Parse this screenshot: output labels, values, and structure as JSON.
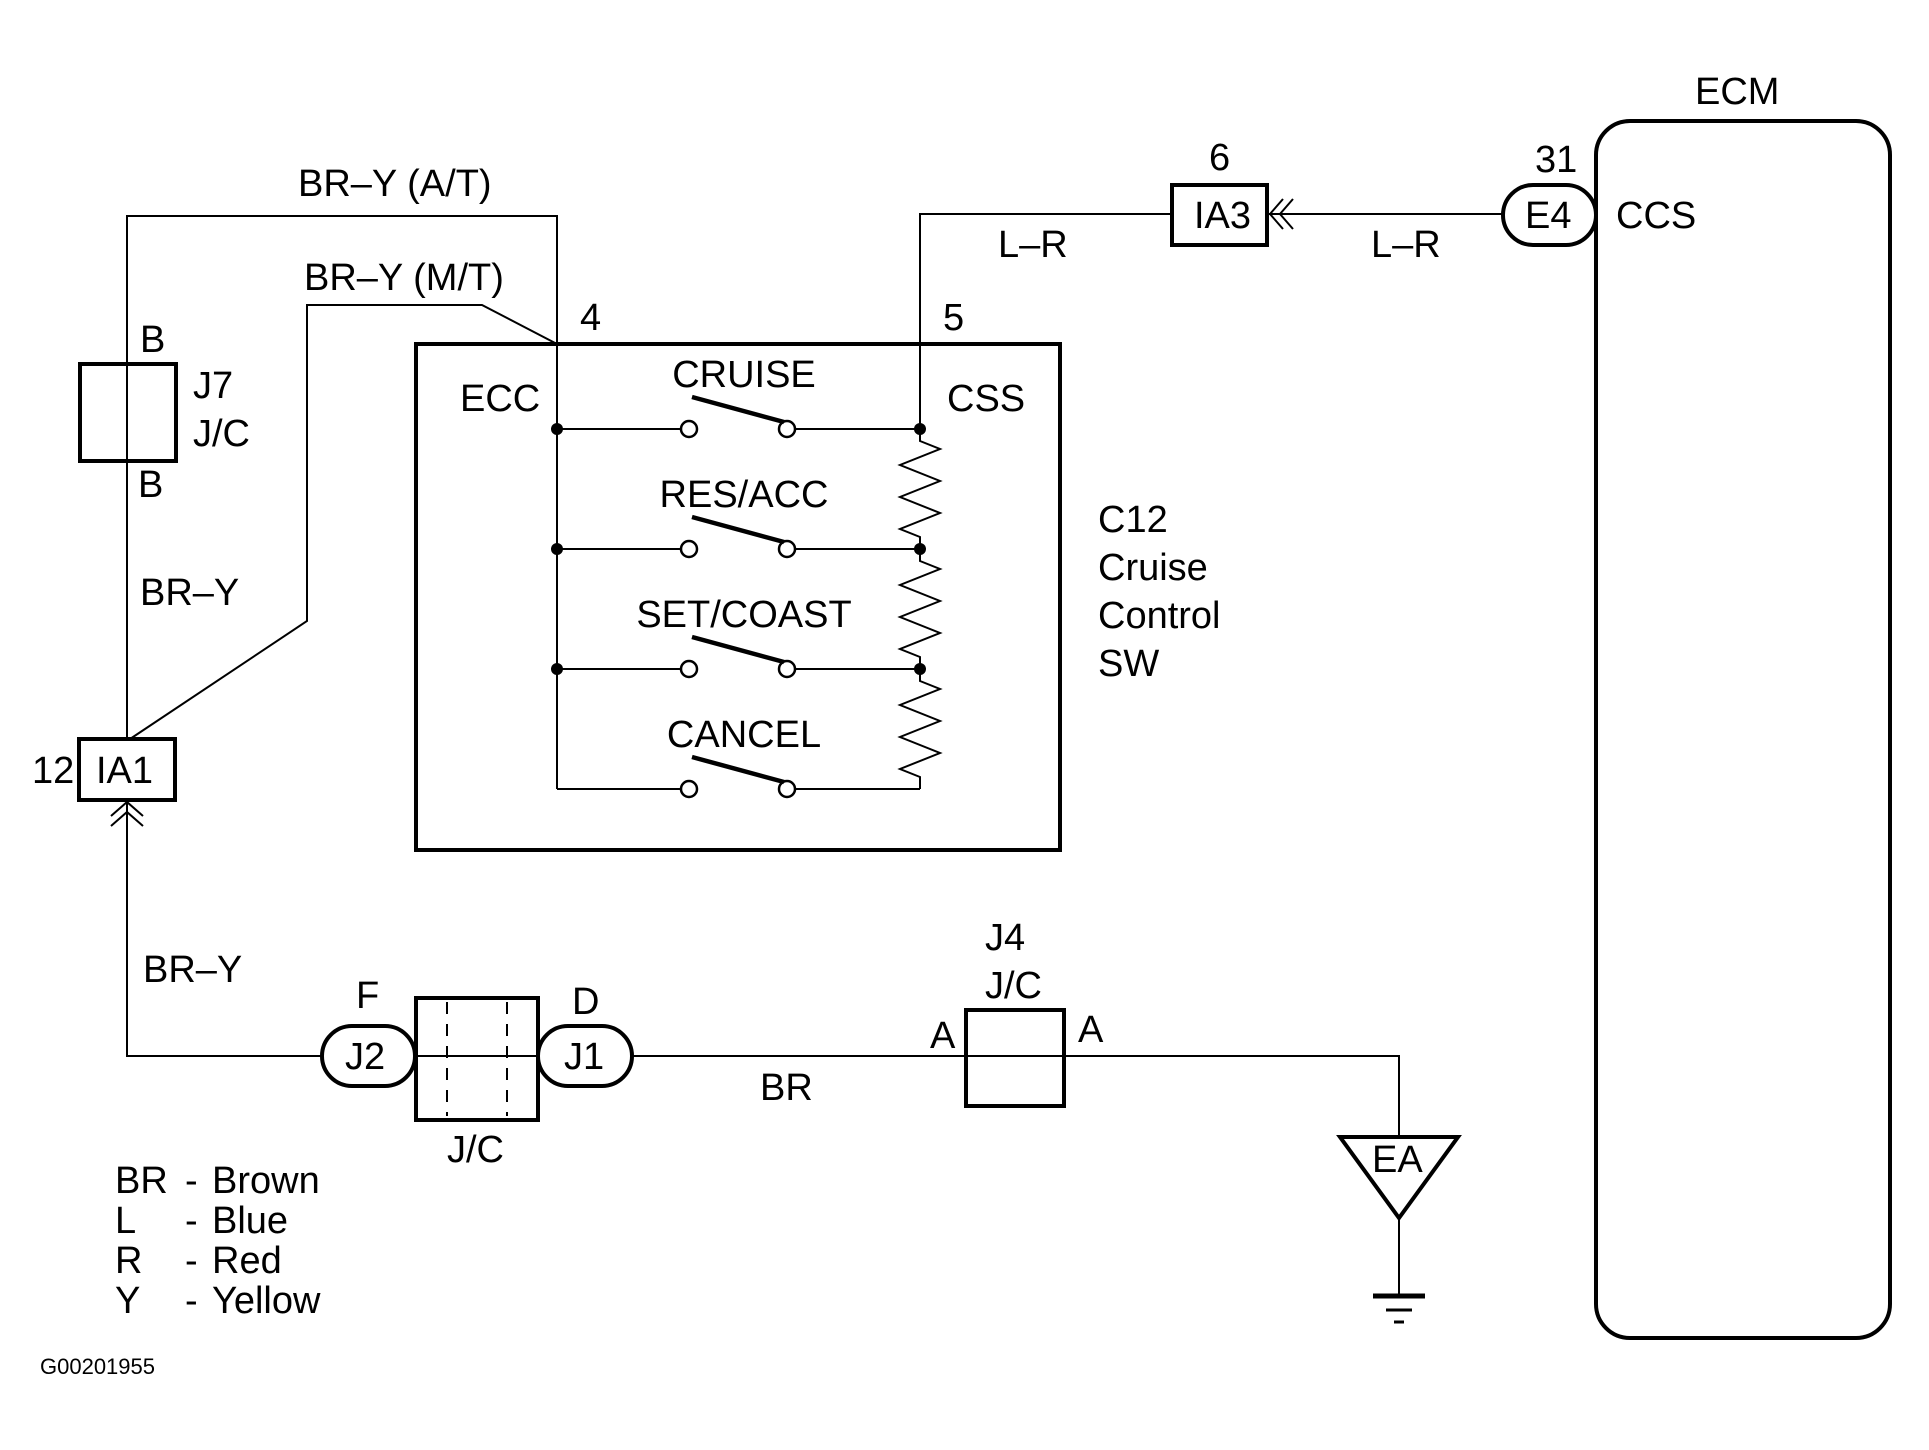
{
  "diagram": {
    "figure_id": "G00201955",
    "components": {
      "ecm": {
        "label": "ECM",
        "terminal_name": "CCS",
        "connector": "E4",
        "pin": "31"
      },
      "ia3": {
        "connector": "IA3",
        "pin": "6"
      },
      "ia1": {
        "connector": "IA1",
        "pin": "12"
      },
      "j7": {
        "id": "J7",
        "type": "J/C",
        "pin_top": "B",
        "pin_bottom": "B"
      },
      "j4": {
        "id": "J4",
        "type": "J/C",
        "pin_left": "A",
        "pin_right": "A"
      },
      "jc_bottom": {
        "type": "J/C",
        "left_connector": "J2",
        "left_pin": "F",
        "right_connector": "J1",
        "right_pin": "D"
      },
      "ground": {
        "label": "EA"
      },
      "cruise_switch": {
        "id": "C12",
        "name_lines": [
          "C12",
          "Cruise",
          "Control",
          "SW"
        ],
        "left_terminal": "ECC",
        "left_pin": "4",
        "right_terminal": "CSS",
        "right_pin": "5",
        "switches": [
          "CRUISE",
          "RES/ACC",
          "SET/COAST",
          "CANCEL"
        ]
      }
    },
    "wires": {
      "at": "BR–Y (A/T)",
      "mt": "BR–Y (M/T)",
      "left_upper": "BR–Y",
      "left_lower": "BR–Y",
      "lr_left": "L–R",
      "lr_right": "L–R",
      "br": "BR"
    },
    "legend": [
      {
        "code": "BR",
        "color": "Brown"
      },
      {
        "code": "L",
        "color": "Blue"
      },
      {
        "code": "R",
        "color": "Red"
      },
      {
        "code": "Y",
        "color": "Yellow"
      }
    ]
  }
}
